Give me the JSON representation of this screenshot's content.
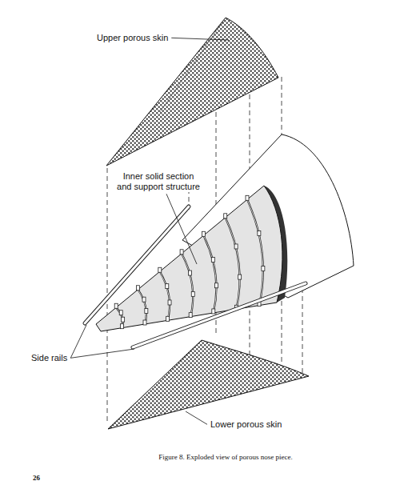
{
  "diagram": {
    "caption": "Figure 8. Exploded view of porous nose piece.",
    "labels": [
      "Upper porous skin",
      "Inner solid section and support structure",
      "Side rails",
      "Lower porous skin",
      "26"
    ]
  }
}
